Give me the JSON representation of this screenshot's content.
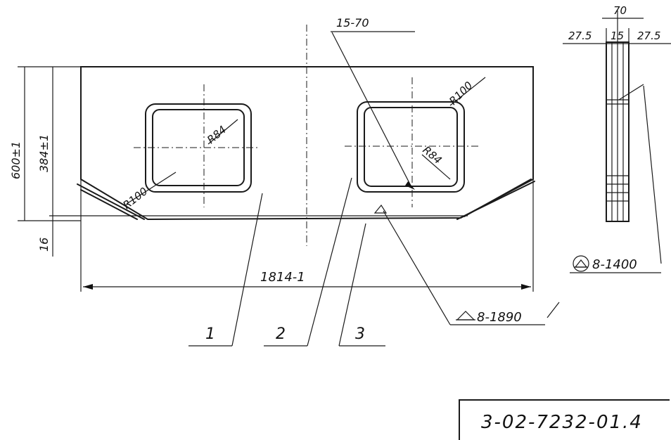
{
  "document_code": "3-02-7232-01.4",
  "dimensions": {
    "height_total": "600±1",
    "height_inner": "384±1",
    "bottom_offset": "16",
    "length": "1814-1",
    "radius_large": "R100",
    "radius_small": "R84",
    "top_note": "15-70",
    "side_left": "27.5",
    "side_mid": "15",
    "side_right": "27.5",
    "side_top": "70"
  },
  "part_labels": [
    "1",
    "2",
    "3"
  ],
  "welds": {
    "main": "8-1890",
    "side": "8-1400"
  }
}
